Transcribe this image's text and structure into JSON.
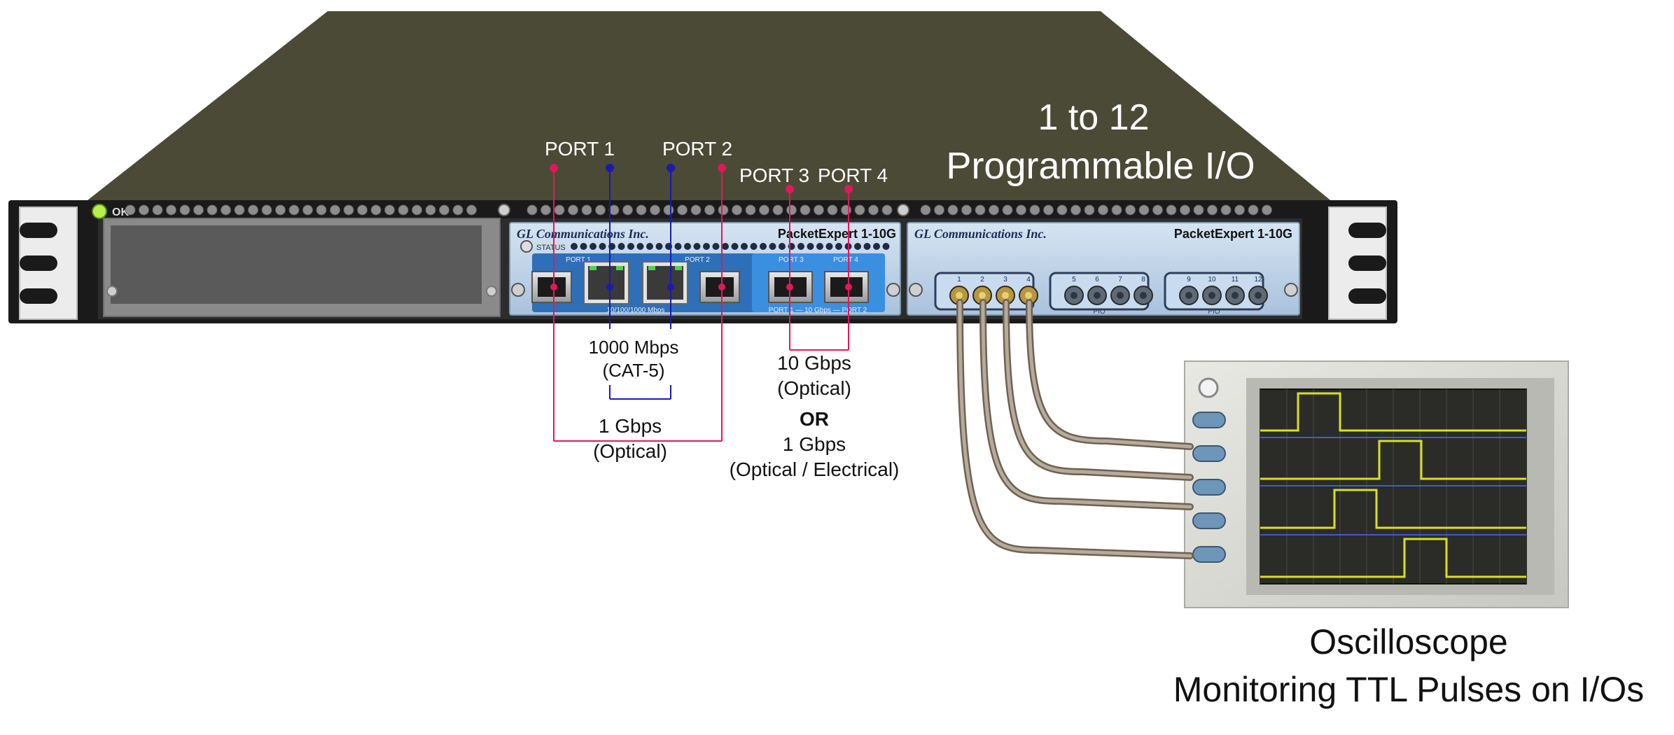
{
  "chassis": {
    "status_led_label": "OK",
    "big_label_line1": "1 to 12",
    "big_label_line2": "Programmable I/O",
    "colors": {
      "top": "#4b4a37",
      "rack": "#1a1a1a",
      "panel": "#bcd2e8",
      "card": "#2f6fb8"
    }
  },
  "module1": {
    "brand": "GL Communications Inc.",
    "product": "PacketExpert 1-10G",
    "status_label": "STATUS",
    "port1_silk": "PORT 1",
    "port2_silk": "PORT 2",
    "port3_silk": "PORT 3",
    "port4_silk": "PORT 4",
    "copper_speed_silk": "10/100/1000 Mbps",
    "tengig_silk": "PORT 1 — 10 Gbps — PORT 2"
  },
  "module2": {
    "brand": "GL Communications Inc.",
    "product": "PacketExpert 1-10G",
    "io_numbers": [
      "1",
      "2",
      "3",
      "4",
      "5",
      "6",
      "7",
      "8",
      "9",
      "10",
      "11",
      "12"
    ],
    "pio_label": "PIO"
  },
  "callouts": {
    "port1": "PORT 1",
    "port2": "PORT 2",
    "port3": "PORT 3",
    "port4": "PORT 4",
    "copper_line1": "1000 Mbps",
    "copper_line2": "(CAT-5)",
    "optical_line1": "1 Gbps",
    "optical_line2": "(Optical)",
    "tengig_line1": "10 Gbps",
    "tengig_line2": "(Optical)",
    "or_label": "OR",
    "alt_line1": "1 Gbps",
    "alt_line2": "(Optical / Electrical)",
    "colors": {
      "optical": "#e0195a",
      "copper": "#1a1ab0"
    }
  },
  "oscilloscope": {
    "caption_line1": "Oscilloscope",
    "caption_line2": "Monitoring TTL Pulses on I/Os",
    "trace_color": "#d8e020"
  }
}
